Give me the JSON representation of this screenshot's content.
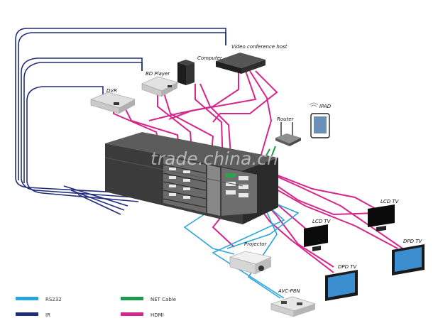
{
  "devices": {
    "dvr": "DVR",
    "bd_player": "BD Player",
    "computer": "Computer",
    "video_conference_host": "Video conference host",
    "router": "Router",
    "ipad": "IPAD",
    "lcd_tv_1": "LCD TV",
    "lcd_tv_2": "LCD TV",
    "dpd_tv_1": "DPD TV",
    "dpd_tv_2": "DPD TV",
    "projector": "Projector",
    "avc_p8n": "AVC-P8N"
  },
  "legend": {
    "rs232": {
      "label": "RS232",
      "color": "#2aa6dc"
    },
    "ir": {
      "label": "IR",
      "color": "#1f2d7a"
    },
    "net_cable": {
      "label": "NET Cable",
      "color": "#1b9a4e"
    },
    "hdmi": {
      "label": "HDMI",
      "color": "#d5268b"
    }
  },
  "watermark": "trade.china.cn"
}
